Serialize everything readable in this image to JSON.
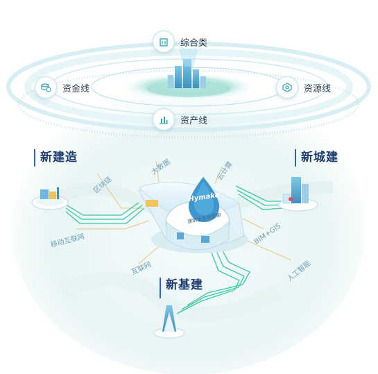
{
  "top_ring": {
    "top": "综合类",
    "left": "资金线",
    "right": "资源线",
    "bottom": "资产线"
  },
  "categories": {
    "left": "新建造",
    "right": "新城建",
    "bottom": "新基建"
  },
  "tech_labels": {
    "blockchain": "区块链",
    "bigdata": "大数据",
    "cloud": "云计算",
    "mobile_internet": "移动互联网",
    "iot": "互联网",
    "bim_gis": "BIM+GIS",
    "ai": "人工智能"
  },
  "hub": {
    "brand": "Hymake",
    "subtitle": "建筑全生命周期"
  },
  "colors": {
    "accent_green": "#37c9a0",
    "line_gold": "#e9c57a",
    "title_navy": "#1e3c6e",
    "ring_teal": "#bfe3ec"
  }
}
